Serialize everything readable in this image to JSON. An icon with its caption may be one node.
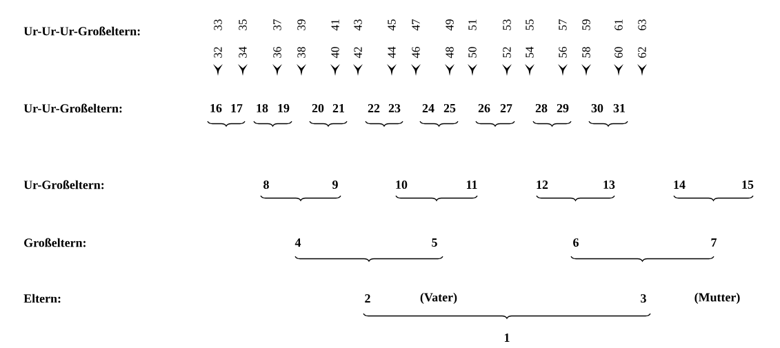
{
  "diagram": {
    "labels": [
      "Ur-Ur-Ur-Großeltern:",
      "33",
      "35",
      "37",
      "39",
      "41",
      "43",
      "45",
      "47",
      "49",
      "51",
      "53",
      "55",
      "57",
      "59",
      "61",
      "63",
      "32",
      "34",
      "36",
      "38",
      "40",
      "42",
      "44",
      "46",
      "48",
      "50",
      "52",
      "54",
      "56",
      "58",
      "60",
      "62",
      "Ur-Ur-Großeltern:",
      "16",
      "17",
      "18",
      "19",
      "20",
      "21",
      "22",
      "23",
      "24",
      "25",
      "26",
      "27",
      "28",
      "29",
      "30",
      "31",
      "Ur-Großeltern:",
      "8",
      "9",
      "10",
      "11",
      "12",
      "13",
      "14",
      "15",
      "Großeltern:",
      "4",
      "5",
      "6",
      "7",
      "Eltern:",
      "2",
      "(Vater)",
      "3",
      "(Mutter)",
      "1"
    ]
  }
}
